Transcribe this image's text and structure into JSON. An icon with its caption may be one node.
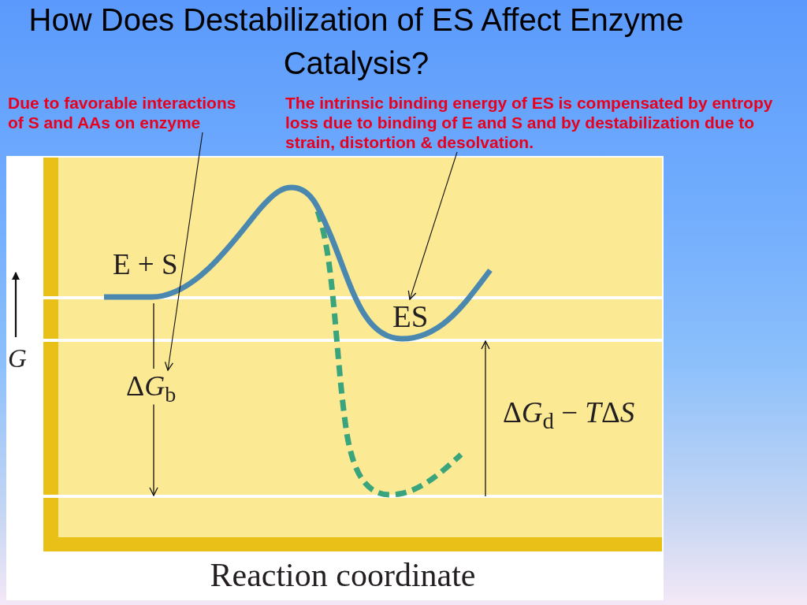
{
  "diagram": {
    "title": "How Does Destabilization of ES Affect Enzyme Catalysis?",
    "nodes": [
      {
        "text": [
          "Due to favorable interactions of S and AAs on enzyme"
        ]
      },
      {
        "text": [
          "The intrinsic binding energy of ES is compensated by entropy loss due to binding of E and S and by destabilization due to strain, distortion & desolvation."
        ]
      },
      {
        "text": [
          "ΔG$_{b}$"
        ]
      },
      {
        "text": [
          "ES"
        ]
      }
    ],
    "edges": [
      {
        "from": 0,
        "to": 2,
        "arrow": "to"
      },
      {
        "from": 1,
        "to": 3,
        "arrow": "to"
      }
    ],
    "labels": [
      "E + S",
      "G",
      "ΔG$_{d}$ − TΔS",
      "Reaction coordinate"
    ]
  }
}
